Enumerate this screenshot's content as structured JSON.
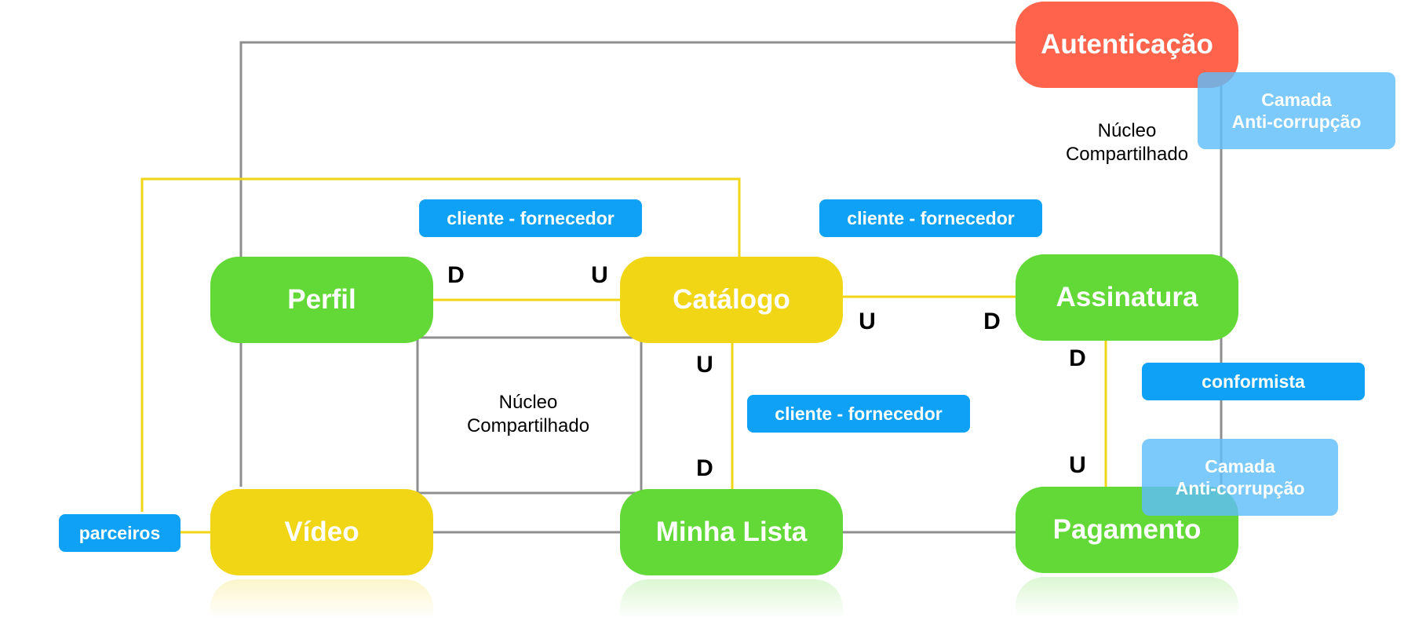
{
  "contexts": {
    "autenticacao": "Autenticação",
    "perfil": "Perfil",
    "catalogo": "Catálogo",
    "assinatura": "Assinatura",
    "video": "Vídeo",
    "minha_lista": "Minha Lista",
    "pagamento": "Pagamento"
  },
  "relationships": {
    "perfil_catalogo": "cliente - fornecedor",
    "catalogo_assinatura": "cliente - fornecedor",
    "catalogo_minha_lista": "cliente - fornecedor",
    "assinatura_pagamento": "conformista",
    "video_external": "parceiros"
  },
  "anti_corruption": {
    "line1": "Camada",
    "line2": "Anti-corrupção"
  },
  "shared_kernel": {
    "line1": "Núcleo",
    "line2": "Compartilhado"
  },
  "markers": {
    "upstream": "U",
    "downstream": "D"
  },
  "colors": {
    "core_green": "#62d937",
    "generic_yellow": "#f1d616",
    "auth_red": "#ff634c",
    "label_blue": "#0ea1f5",
    "acl_light_blue": "#5fbdfa",
    "gray_line": "#8e8e8e",
    "yellow_line": "#f1d616"
  }
}
